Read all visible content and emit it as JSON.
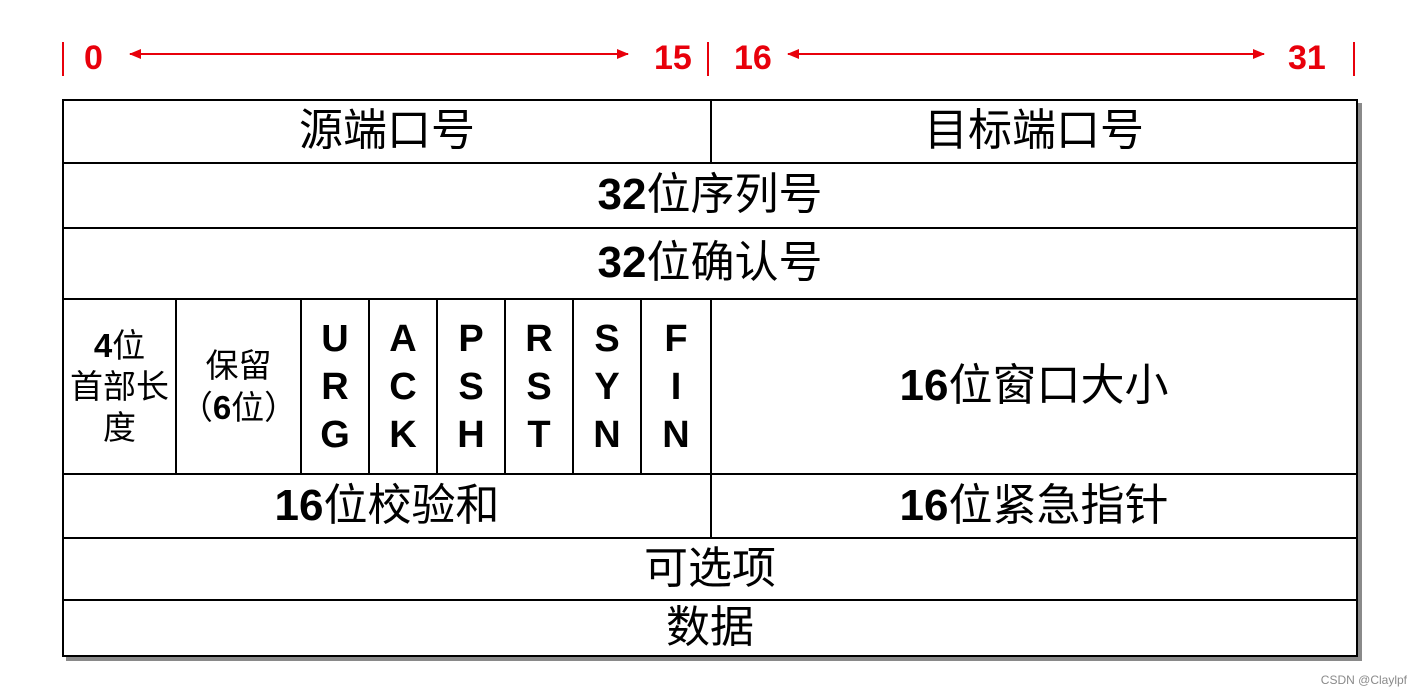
{
  "ruler": {
    "left_start": "0",
    "left_end": "15",
    "right_start": "16",
    "right_end": "31",
    "color": "#e8000b"
  },
  "rows": {
    "source_port": "源端口号",
    "dest_port": "目标端口号",
    "seq_num": {
      "bits": "32",
      "label": "位序列号"
    },
    "ack_num": {
      "bits": "32",
      "label": "位确认号"
    },
    "header_length": {
      "bits": "4",
      "label_line1": "位",
      "label_line2": "首部长",
      "label_line3": "度"
    },
    "reserved": {
      "line1": "保留",
      "line2_open": "（",
      "bits": "6",
      "line2_close": "位）"
    },
    "flags": [
      {
        "name": "URG",
        "text": "U\nR\nG"
      },
      {
        "name": "ACK",
        "text": "A\nC\nK"
      },
      {
        "name": "PSH",
        "text": "P\nS\nH"
      },
      {
        "name": "RST",
        "text": "R\nS\nT"
      },
      {
        "name": "SYN",
        "text": "S\nY\nN"
      },
      {
        "name": "FIN",
        "text": "F\nI\nN"
      }
    ],
    "window": {
      "bits": "16",
      "label": "位窗口大小"
    },
    "checksum": {
      "bits": "16",
      "label": "位校验和"
    },
    "urgent": {
      "bits": "16",
      "label": "位紧急指针"
    },
    "options": "可选项",
    "data": "数据"
  },
  "watermark": "CSDN @Claylpf"
}
